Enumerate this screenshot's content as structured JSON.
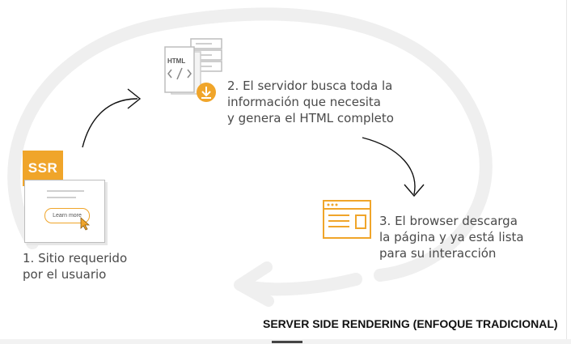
{
  "title": "SERVER SIDE RENDERING (ENFOQUE TRADICIONAL)",
  "steps": [
    {
      "lines": [
        "1. Sitio requerido",
        "por el usuario"
      ],
      "icon": "browser-page-icon"
    },
    {
      "lines": [
        "2. El servidor busca toda la",
        "información que necesita",
        "y genera el HTML completo"
      ],
      "icon": "html-server-icon"
    },
    {
      "lines": [
        "3. El browser descarga",
        "la página y ya está lista",
        "para su interacción"
      ],
      "icon": "browser-window-icon"
    }
  ],
  "ssr_badge": "SSR",
  "learn_more": "Learn more",
  "html_label": "HTML",
  "colors": {
    "accent": "#f0a52a",
    "text": "#4a4a4a",
    "title": "#111111",
    "watermark": "#efefef"
  }
}
